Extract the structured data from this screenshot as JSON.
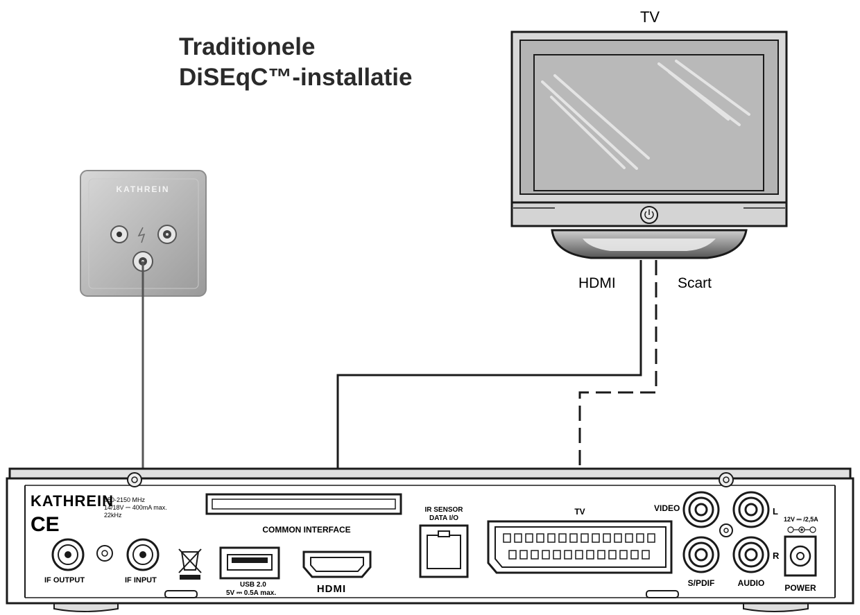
{
  "title": {
    "line1": "Traditionele",
    "line2": "DiSEqC™-installatie"
  },
  "tv": {
    "label": "TV"
  },
  "cables": {
    "hdmi_label": "HDMI",
    "scart_label": "Scart"
  },
  "wall_socket": {
    "brand": "KATHREIN"
  },
  "receiver": {
    "brand": "KATHREIN",
    "ce_mark": "CE",
    "if_spec_1": "950-2150 MHz",
    "if_spec_2": "14/18V ⎓ 400mA max.",
    "if_spec_3": "22kHz",
    "if_output": "IF OUTPUT",
    "if_input": "IF INPUT",
    "common_interface": "COMMON INTERFACE",
    "usb_1": "USB 2.0",
    "usb_2": "5V ⎓ 0.5A max.",
    "hdmi_logo": "HDMI",
    "ir_1": "IR SENSOR",
    "ir_2": "DATA I/O",
    "tv_port": "TV",
    "video": "VIDEO",
    "l": "L",
    "r": "R",
    "spdif": "S/PDIF",
    "audio": "AUDIO",
    "power_spec": "12V ⎓ /2,5A",
    "power": "POWER"
  },
  "colors": {
    "line": "#1a1a1a",
    "panel_gray": "#b9b9b9",
    "device_gray": "#dcdcdc"
  }
}
